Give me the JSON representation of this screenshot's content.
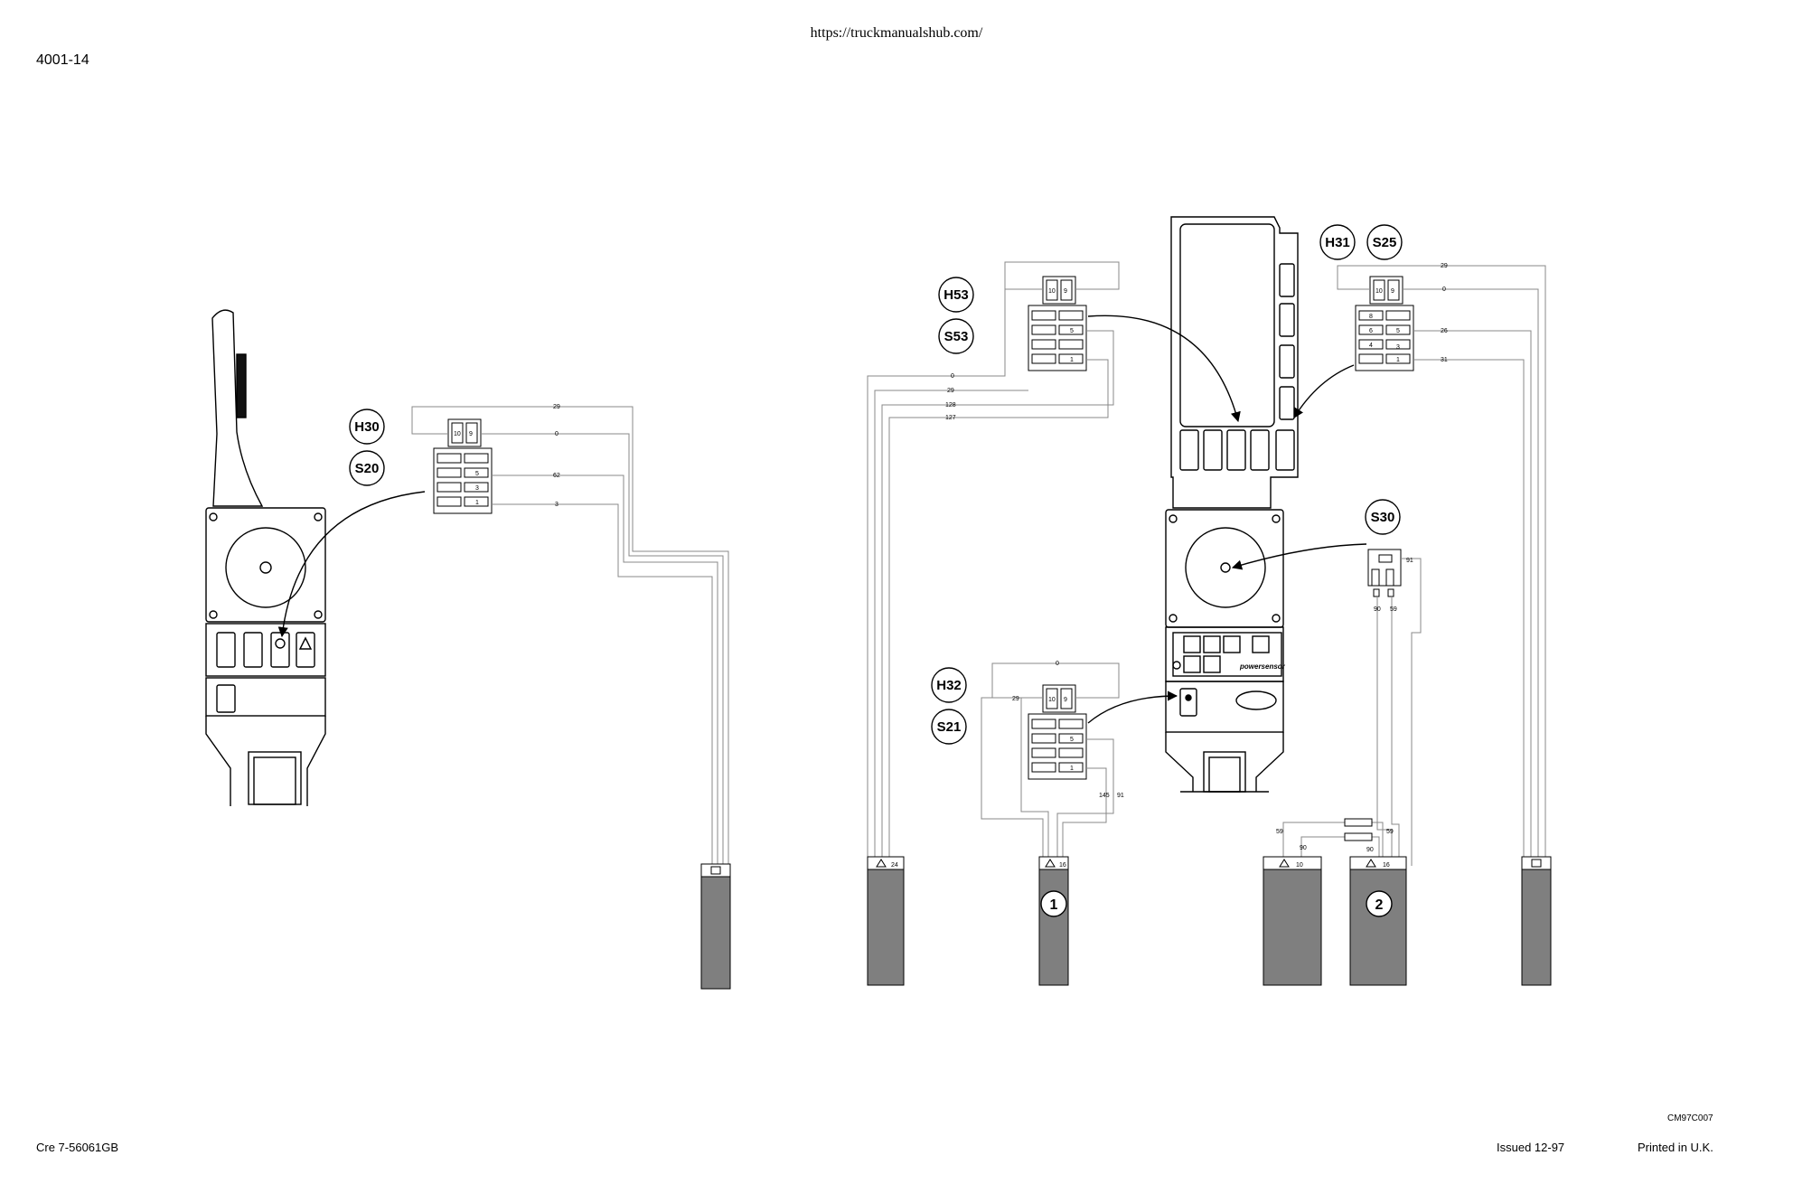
{
  "header": {
    "url": "https://truckmanualshub.com/",
    "page_ref": "4001-14"
  },
  "footer": {
    "doc_code": "Cre 7-56061GB",
    "issued": "Issued 12-97",
    "printed": "Printed in U.K.",
    "figure_id": "CM97C007"
  },
  "callouts": {
    "h30": "H30",
    "s20": "S20",
    "h53": "H53",
    "s53": "S53",
    "h31": "H31",
    "s25": "S25",
    "s30": "S30",
    "h32": "H32",
    "s21": "S21",
    "num1": "1",
    "num2": "2"
  },
  "wires": {
    "w29a": "29",
    "w0a": "0",
    "w62": "62",
    "w3": "3",
    "w0b": "0",
    "w29b": "29",
    "w128": "128",
    "w127": "127",
    "w29c": "29",
    "w0c": "0",
    "w26": "26",
    "w31": "31",
    "w91a": "91",
    "w90a": "90",
    "w59a": "59",
    "w0d": "0",
    "w29d": "29",
    "w145": "145",
    "w91b": "91",
    "w59b": "59",
    "w59c": "59",
    "w90b": "90",
    "w90c": "90"
  },
  "pins": {
    "a10": "10",
    "a9": "9",
    "a5": "5",
    "a3": "3",
    "a1": "1",
    "b10": "10",
    "b9": "9",
    "b5": "5",
    "b1": "1",
    "c10": "10",
    "c9": "9",
    "c8": "8",
    "c6": "6",
    "c5": "5",
    "c4": "4",
    "c3": "3",
    "c1": "1",
    "d10": "10",
    "d9": "9",
    "d5": "5",
    "d1": "1"
  },
  "connectors": {
    "k24": "24",
    "k16a": "16",
    "k10": "10",
    "k16b": "16"
  },
  "brand": "powersensor"
}
